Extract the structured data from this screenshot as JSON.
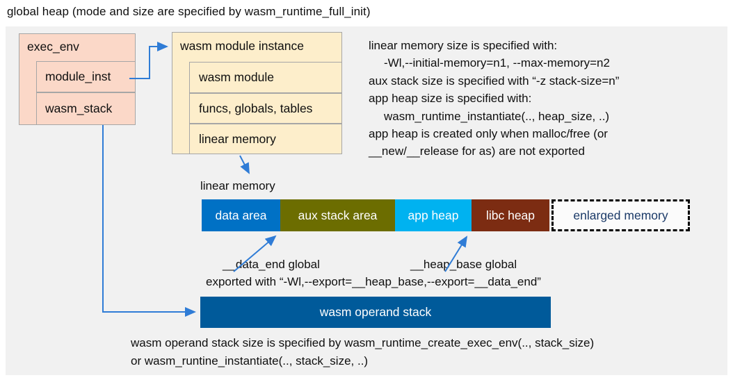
{
  "title": "global heap (mode and size are specified by wasm_runtime_full_init)",
  "exec_env_box": {
    "title": "exec_env",
    "rows": [
      {
        "label": "module_inst"
      },
      {
        "label": "wasm_stack"
      }
    ],
    "fill": "#fbd8c8"
  },
  "module_instance_box": {
    "title": "wasm module instance",
    "rows": [
      {
        "label": "wasm module"
      },
      {
        "label": "funcs, globals, tables"
      },
      {
        "label": "linear memory"
      }
    ],
    "fill": "#fdeecb"
  },
  "size_notes": {
    "lines": [
      "linear memory size is specified with:",
      "-Wl,--initial-memory=n1, --max-memory=n2",
      "aux stack size is specified with “-z stack-size=n”",
      "app heap size is specified with:",
      "wasm_runtime_instantiate(.., heap_size, ..)",
      "app heap is created only when malloc/free (or",
      "__new/__release for as) are not exported"
    ]
  },
  "linear_memory": {
    "label": "linear memory",
    "segments": [
      {
        "label": "data area",
        "color": "#0071c5"
      },
      {
        "label": "aux stack area",
        "color": "#6c6d00"
      },
      {
        "label": "app heap",
        "color": "#00b2f0"
      },
      {
        "label": "libc heap",
        "color": "#7c2c12"
      }
    ],
    "enlarged": {
      "label": "enlarged memory",
      "text_color": "#1b3a68"
    }
  },
  "annotations": {
    "data_end_label": "__data_end global",
    "heap_base_label": "__heap_base global",
    "export_line": "exported with “-Wl,--export=__heap_base,--export=__data_end”"
  },
  "operand_stack": {
    "label": "wasm operand stack",
    "color": "#005a9a",
    "notes": [
      "wasm operand stack size is specified by wasm_runtime_create_exec_env(.., stack_size)",
      "or wasm_runtine_instantiate(.., stack_size, ..)"
    ]
  },
  "colors": {
    "panel_bg": "#f1f1f1",
    "box_border": "#a6a6a6",
    "arrow": "#2f7cd6",
    "enlarged_border": "#000000"
  }
}
